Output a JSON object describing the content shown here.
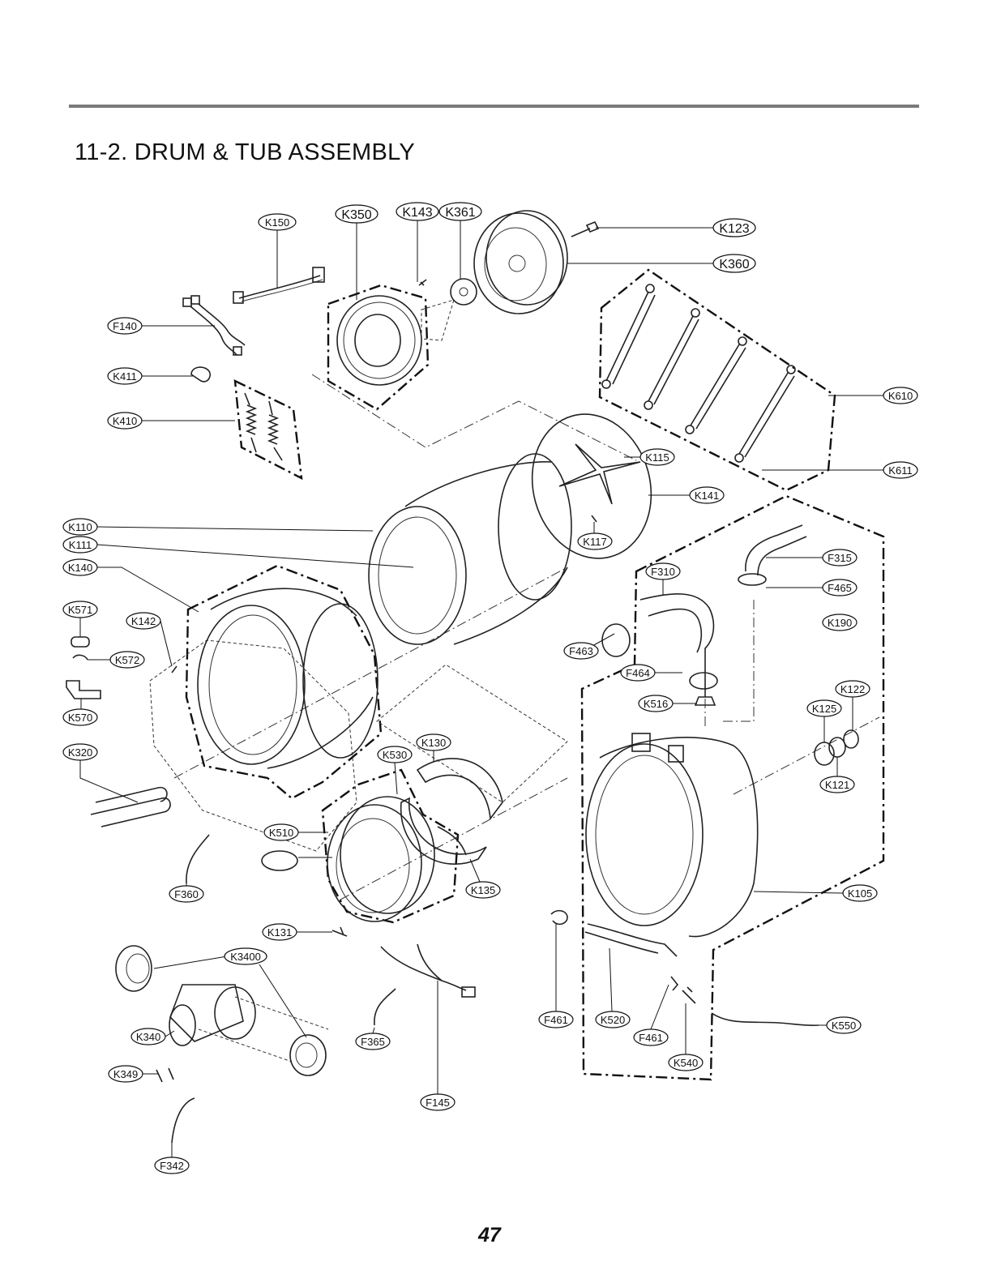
{
  "page": {
    "title": "11-2. DRUM & TUB ASSEMBLY",
    "page_number": "47"
  },
  "parts": [
    {
      "code": "K150"
    },
    {
      "code": "K350"
    },
    {
      "code": "K143"
    },
    {
      "code": "K361"
    },
    {
      "code": "K123"
    },
    {
      "code": "K360"
    },
    {
      "code": "F140"
    },
    {
      "code": "K411"
    },
    {
      "code": "K410"
    },
    {
      "code": "K610"
    },
    {
      "code": "K115"
    },
    {
      "code": "K611"
    },
    {
      "code": "K141"
    },
    {
      "code": "K110"
    },
    {
      "code": "K111"
    },
    {
      "code": "K117"
    },
    {
      "code": "K140"
    },
    {
      "code": "F315"
    },
    {
      "code": "F310"
    },
    {
      "code": "F465"
    },
    {
      "code": "K571"
    },
    {
      "code": "K142"
    },
    {
      "code": "K190"
    },
    {
      "code": "K572"
    },
    {
      "code": "F463"
    },
    {
      "code": "F464"
    },
    {
      "code": "K122"
    },
    {
      "code": "K516"
    },
    {
      "code": "K570"
    },
    {
      "code": "K125"
    },
    {
      "code": "K130"
    },
    {
      "code": "K320"
    },
    {
      "code": "K530"
    },
    {
      "code": "K121"
    },
    {
      "code": "K510"
    },
    {
      "code": "F360"
    },
    {
      "code": "K135"
    },
    {
      "code": "K105"
    },
    {
      "code": "K131"
    },
    {
      "code": "K3400"
    },
    {
      "code": "F461"
    },
    {
      "code": "K520"
    },
    {
      "code": "K550"
    },
    {
      "code": "K340"
    },
    {
      "code": "F365"
    },
    {
      "code": "F461"
    },
    {
      "code": "K540"
    },
    {
      "code": "K349"
    },
    {
      "code": "F145"
    },
    {
      "code": "F342"
    }
  ]
}
